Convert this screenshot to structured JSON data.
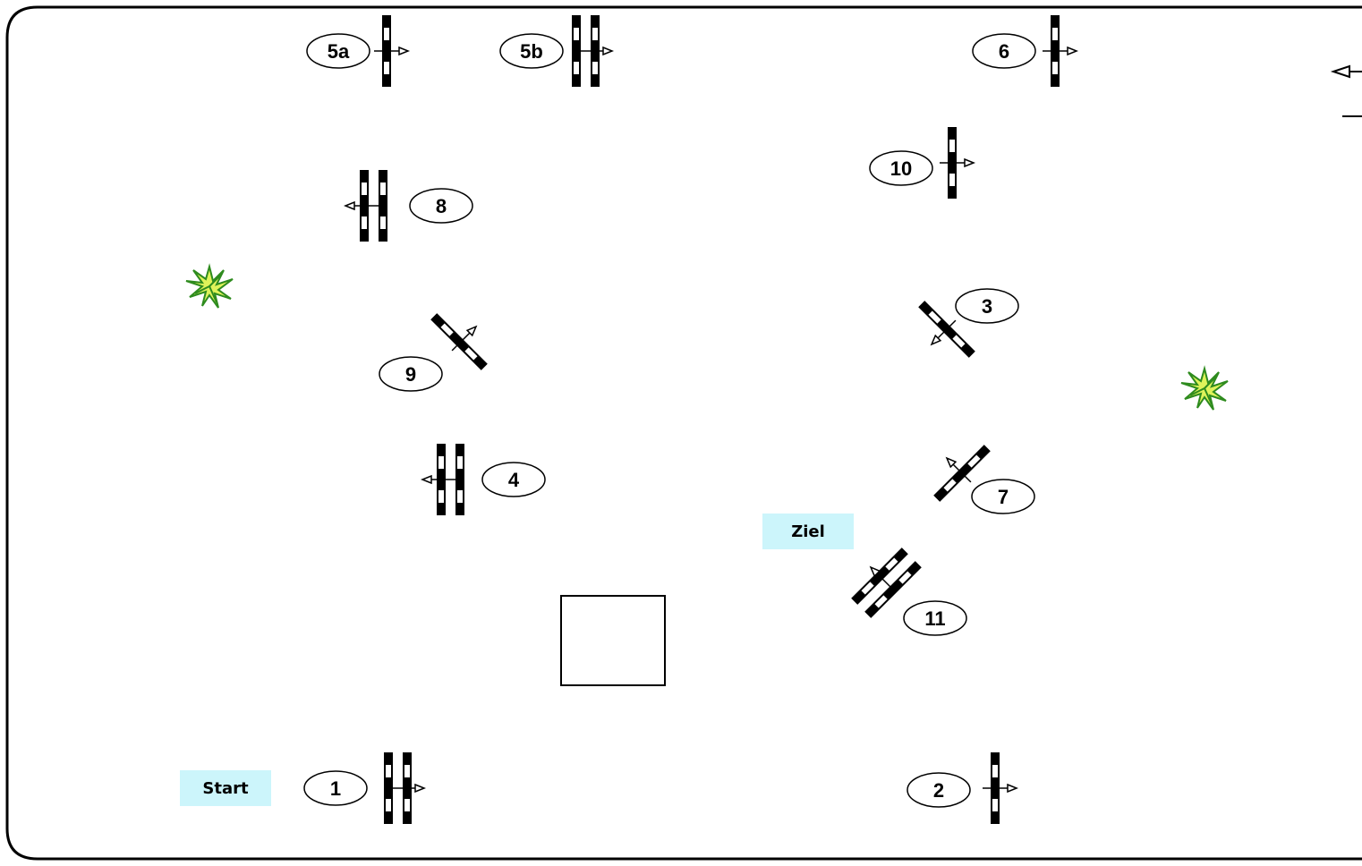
{
  "arena": {
    "start_label": "Start",
    "finish_label": "Ziel"
  },
  "obstacles": [
    {
      "id": "5a",
      "label": "5a",
      "kind": "vertical",
      "poles": 1,
      "jump_direction": "right"
    },
    {
      "id": "5b",
      "label": "5b",
      "kind": "vertical",
      "poles": 2,
      "jump_direction": "right"
    },
    {
      "id": "6",
      "label": "6",
      "kind": "vertical",
      "poles": 1,
      "jump_direction": "right"
    },
    {
      "id": "10",
      "label": "10",
      "kind": "vertical",
      "poles": 1,
      "jump_direction": "right"
    },
    {
      "id": "8",
      "label": "8",
      "kind": "oxer",
      "poles": 2,
      "jump_direction": "left"
    },
    {
      "id": "3",
      "label": "3",
      "kind": "vertical",
      "poles": 1,
      "jump_direction": "down-left"
    },
    {
      "id": "9",
      "label": "9",
      "kind": "vertical",
      "poles": 1,
      "jump_direction": "up-right"
    },
    {
      "id": "4",
      "label": "4",
      "kind": "oxer",
      "poles": 2,
      "jump_direction": "left"
    },
    {
      "id": "7",
      "label": "7",
      "kind": "vertical",
      "poles": 1,
      "jump_direction": "up-left"
    },
    {
      "id": "11",
      "label": "11",
      "kind": "oxer",
      "poles": 2,
      "jump_direction": "up-left"
    },
    {
      "id": "1",
      "label": "1",
      "kind": "oxer",
      "poles": 2,
      "jump_direction": "right"
    },
    {
      "id": "2",
      "label": "2",
      "kind": "vertical",
      "poles": 1,
      "jump_direction": "right"
    }
  ],
  "colors": {
    "label_box": "#ccf5fb",
    "plant_light": "#dff35a",
    "plant_dark": "#2e8b1e",
    "outline": "#000000"
  },
  "icons": [
    "plant-icon",
    "plant-icon",
    "entrance-arrow-icon"
  ]
}
